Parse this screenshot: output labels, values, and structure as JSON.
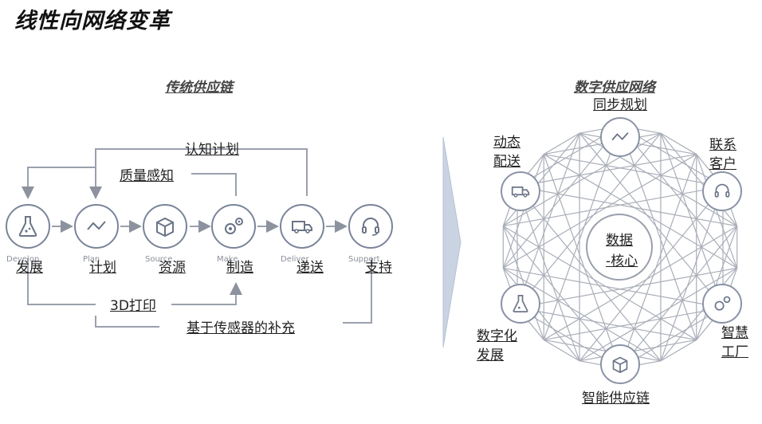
{
  "title": "线性向网络变革",
  "traditional": {
    "heading": "传统供应链",
    "top_label": "认知计划",
    "quality_label": "质量感知",
    "print_label": "3D打印",
    "sensor_label": "基于传感器的补充",
    "nodes": [
      {
        "ghost": "Develop",
        "label": "发展",
        "icon": "flask-icon"
      },
      {
        "ghost": "Plan",
        "label": "计划",
        "icon": "trend-icon"
      },
      {
        "ghost": "Source",
        "label": "资源",
        "icon": "box-icon"
      },
      {
        "ghost": "Make",
        "label": "制造",
        "icon": "gears-icon"
      },
      {
        "ghost": "Deliver",
        "label": "递送",
        "icon": "truck-icon"
      },
      {
        "ghost": "Support",
        "label": "支持",
        "icon": "headset-icon"
      }
    ]
  },
  "digital": {
    "heading": "数字供应网络",
    "center_line1": "数据",
    "center_line2": "-核心",
    "sync_label": "同步规划",
    "dynamic_line1": "动态",
    "dynamic_line2": "配送",
    "customer_line1": "联系",
    "customer_line2": "客户",
    "develop_line1": "数字化",
    "develop_line2": "发展",
    "factory_line1": "智慧",
    "factory_line2": "工厂",
    "smart_label": "智能供应链"
  },
  "colors": {
    "node_stroke": "#7a8499",
    "line": "#9aa0ac",
    "chevron": "#c9d3e2"
  }
}
